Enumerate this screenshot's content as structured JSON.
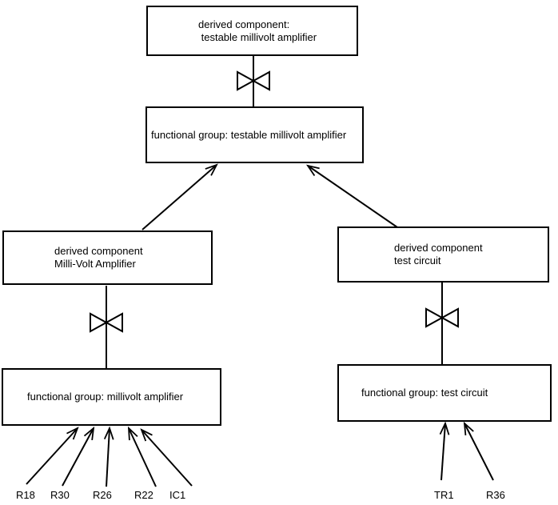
{
  "diagram": {
    "background_color": "#ffffff",
    "stroke_color": "#000000",
    "nodes": {
      "derived_testable": {
        "line1": "derived component:",
        "line2": " testable millivolt amplifier"
      },
      "fg_testable": {
        "label": "functional group: testable millivolt amplifier"
      },
      "derived_mva": {
        "line1": "derived component",
        "line2": "Milli-Volt Amplifier"
      },
      "fg_mva": {
        "label": "functional group: millivolt amplifier"
      },
      "derived_tc": {
        "line1": "derived component",
        "line2": "test circuit"
      },
      "fg_tc": {
        "label": "functional group: test circuit"
      }
    },
    "components_left": [
      "R18",
      "R30",
      "R26",
      "R22",
      "IC1"
    ],
    "components_right": [
      "TR1",
      "R36"
    ]
  }
}
